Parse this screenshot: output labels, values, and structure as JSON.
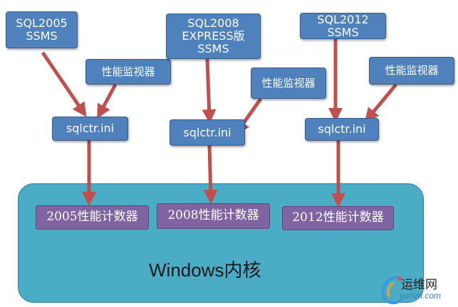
{
  "ssms_2005": "SQL2005\nSSMS",
  "ssms_2008": "SQL2008\nEXPRESS版\nSSMS",
  "ssms_2012": "SQL2012\nSSMS",
  "perfmon_1": "性能监视器",
  "perfmon_2": "性能监视器",
  "perfmon_3": "性能监视器",
  "sqlctr_1": "sqlctr.ini",
  "sqlctr_2": "sqlctr.ini",
  "sqlctr_3": "sqlctr.ini",
  "counter_2005": "2005性能计数器",
  "counter_2008": "2008性能计数器",
  "counter_2012": "2012性能计数器",
  "kernel": "Windows内核",
  "watermark": {
    "cn": "运维网",
    "en": "yunvn.com"
  },
  "colors": {
    "box_blue": "#4f81bd",
    "box_purple": "#8064a2",
    "kernel_teal": "#4bacc6",
    "arrow_red": "#c0504d"
  }
}
